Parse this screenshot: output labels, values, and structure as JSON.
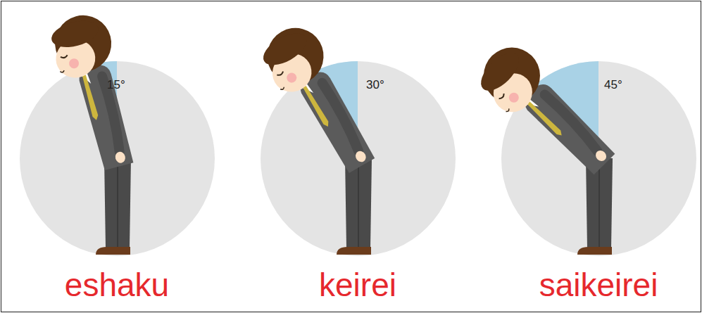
{
  "diagram": {
    "nodes": [
      {
        "text": [
          "15°"
        ]
      },
      {
        "text": [
          "30°"
        ]
      },
      {
        "text": [
          "45°"
        ]
      }
    ],
    "labels": [
      "eshaku",
      "keirei",
      "saikeirei"
    ]
  }
}
